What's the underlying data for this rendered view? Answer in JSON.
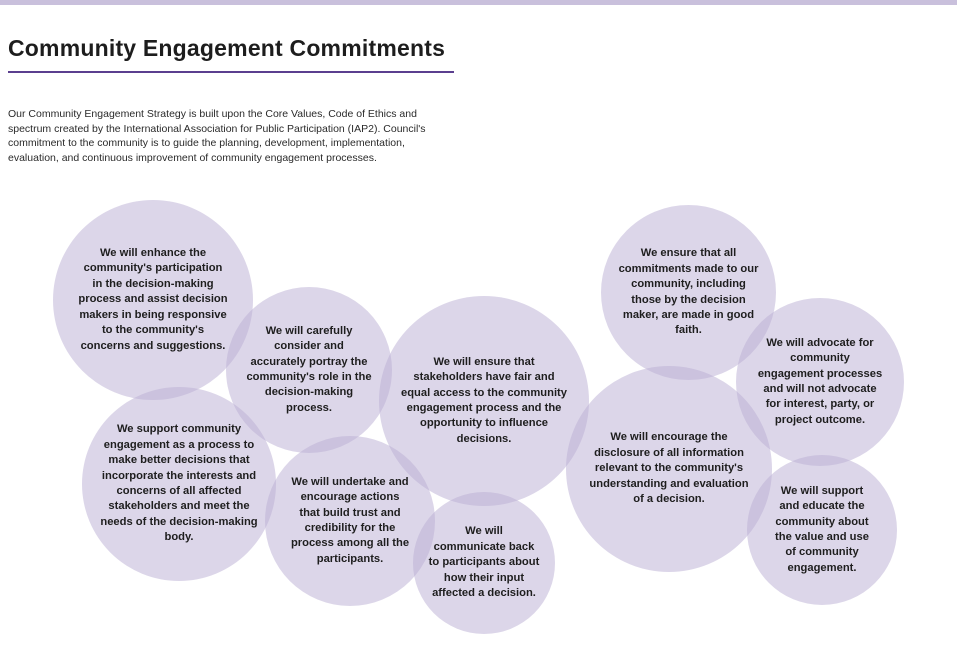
{
  "header": {
    "title": "Community Engagement Commitments",
    "intro": "Our Community Engagement Strategy is built upon the Core Values, Code of Ethics and spectrum created by the International Association for Public Participation (IAP2). Council's commitment to the community is to guide the planning, development, implementation, evaluation, and continuous improvement of community engagement processes."
  },
  "colors": {
    "accent": "#5b3f8f",
    "circle_fill": "#bbaed4",
    "top_bar": "#c9c0dc"
  },
  "commitments": [
    {
      "text": "We will enhance the community's participation in the decision-making process and assist decision makers in being responsive to the community's concerns and suggestions."
    },
    {
      "text": "We will carefully consider and accurately portray the community's role in the decision-making process."
    },
    {
      "text": "We will ensure that stakeholders have fair and equal access to the community engagement process and the opportunity to influence decisions."
    },
    {
      "text": "We ensure that all commitments made to our community, including those by the decision maker, are made in good faith."
    },
    {
      "text": "We will advocate for community engagement processes and will not advocate for interest, party, or project outcome."
    },
    {
      "text": "We support community engagement as a process to make better decisions that incorporate the interests and concerns of all affected stakeholders and meet the needs of the decision-making body."
    },
    {
      "text": "We will undertake and encourage actions that build trust and credibility for the process among all the participants."
    },
    {
      "text": "We will communicate back to participants about how their input affected a decision."
    },
    {
      "text": "We will encourage the disclosure of all information relevant to the community's understanding and evaluation of a decision."
    },
    {
      "text": "We will support and educate the community about the value and use of community engagement."
    }
  ]
}
